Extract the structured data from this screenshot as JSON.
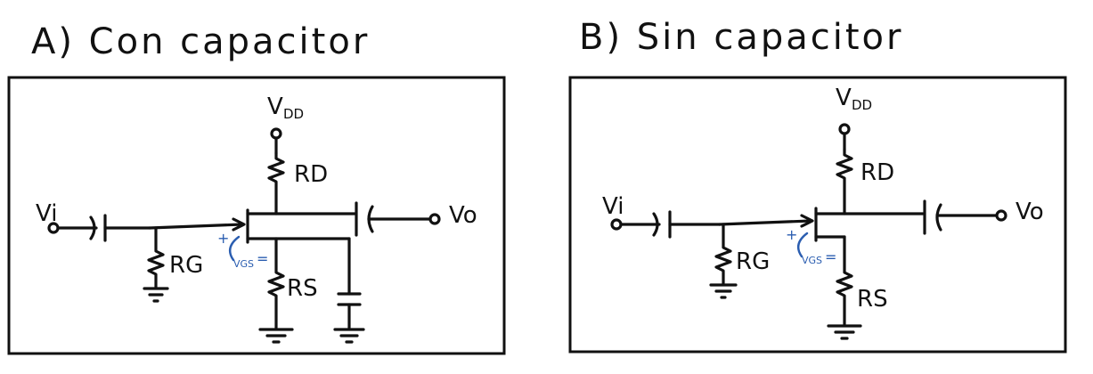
{
  "panels": [
    {
      "title": "A) Con capacitor",
      "labels": {
        "vdd": "V",
        "vdd_sub": "DD",
        "rd": "RD",
        "rg": "RG",
        "rs": "RS",
        "vi": "Vi",
        "vo": "Vo",
        "vgs": "VGS",
        "plus": "+",
        "minus": "="
      }
    },
    {
      "title": "B) Sin capacitor",
      "labels": {
        "vdd": "V",
        "vdd_sub": "DD",
        "rd": "RD",
        "rg": "RG",
        "rs": "RS",
        "vi": "Vi",
        "vo": "Vo",
        "vgs": "VGS",
        "plus": "+",
        "minus": "="
      }
    }
  ],
  "colors": {
    "ink": "#111111",
    "annotation": "#2a5db0"
  }
}
